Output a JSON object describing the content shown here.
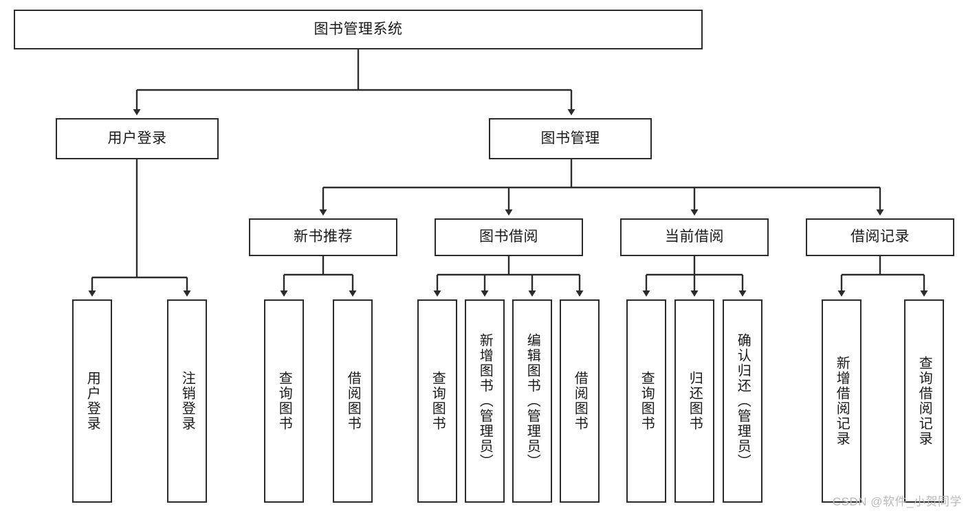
{
  "diagram": {
    "title": "图书管理系统",
    "type": "hierarchy-tree",
    "stroke_color": "#2b2b2b",
    "fill_color": "#ffffff",
    "text_color": "#1a1a1a",
    "watermark": "CSDN @软件_小贺同学",
    "nodes": {
      "root": {
        "label": "图书管理系统"
      },
      "level2": [
        {
          "label": "用户登录"
        },
        {
          "label": "图书管理"
        }
      ],
      "level3": [
        {
          "label": "新书推荐"
        },
        {
          "label": "图书借阅"
        },
        {
          "label": "当前借阅"
        },
        {
          "label": "借阅记录"
        }
      ],
      "leaves": {
        "user_login": [
          {
            "label": "用户登录"
          },
          {
            "label": "注销登录"
          }
        ],
        "new_book_recommend": [
          {
            "label": "查询图书"
          },
          {
            "label": "借阅图书"
          }
        ],
        "book_borrow": [
          {
            "label": "查询图书"
          },
          {
            "label": "新增图书（管理员）"
          },
          {
            "label": "编辑图书（管理员）"
          },
          {
            "label": "借阅图书"
          }
        ],
        "current_borrow": [
          {
            "label": "查询图书"
          },
          {
            "label": "归还图书"
          },
          {
            "label": "确认归还（管理员）"
          }
        ],
        "borrow_record": [
          {
            "label": "新增借阅记录"
          },
          {
            "label": "查询借阅记录"
          }
        ]
      }
    }
  }
}
